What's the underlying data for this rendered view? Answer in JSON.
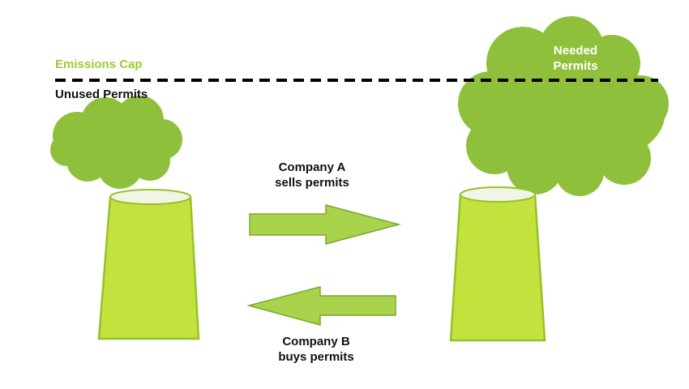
{
  "colors": {
    "cap_label": "#9ccc32",
    "cloud": "#8fc03c",
    "tower_body": "#c3e23e",
    "tower_outline": "#97c12a",
    "tower_top": "#f2f5e6",
    "arrow_fill": "#a9d24d",
    "arrow_outline": "#7aa82a",
    "cap_line": "#000000",
    "text_dark": "#111111",
    "text_light": "#ffffff"
  },
  "labels": {
    "emissions_cap": "Emissions Cap",
    "unused_permits": "Unused Permits",
    "needed_permits_line1": "Needed",
    "needed_permits_line2": "Permits",
    "company_a_line1": "Company A",
    "company_a_line2": "sells permits",
    "company_b_line1": "Company B",
    "company_b_line2": "buys permits"
  }
}
